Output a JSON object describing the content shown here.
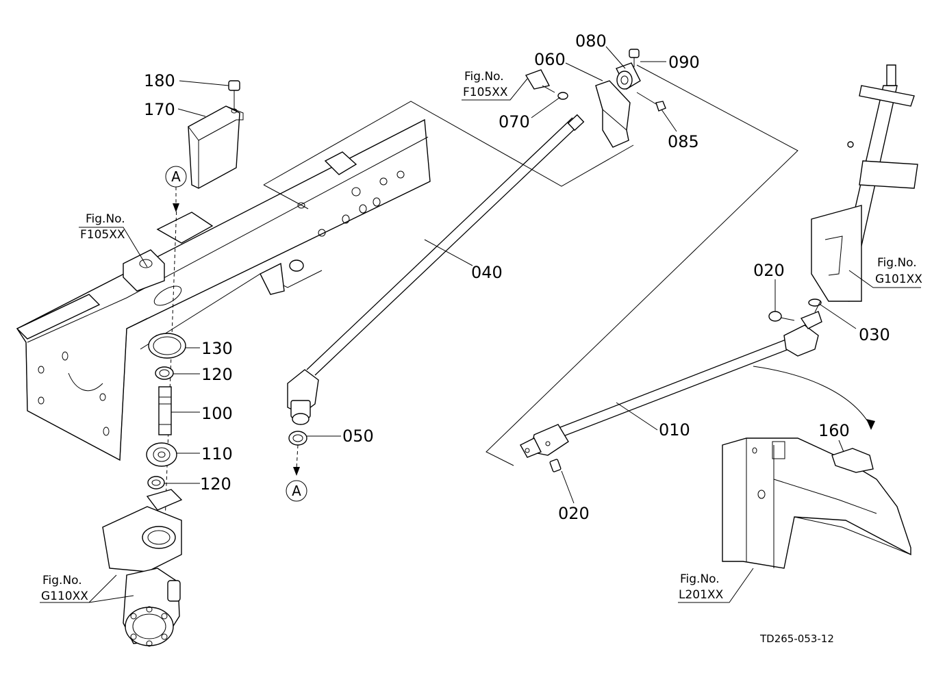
{
  "part_labels": {
    "p180": "180",
    "p170": "170",
    "p130": "130",
    "p120a": "120",
    "p100": "100",
    "p110": "110",
    "p120b": "120",
    "p040": "040",
    "p050": "050",
    "p060": "060",
    "p070": "070",
    "p080": "080",
    "p085": "085",
    "p090": "090",
    "p020a": "020",
    "p020b": "020",
    "p030": "030",
    "p010": "010",
    "p160": "160"
  },
  "figure_refs": {
    "ref1_line1": "Fig.No.",
    "ref1_line2": "F105XX",
    "ref2_line1": "Fig.No.",
    "ref2_line2": "F105XX",
    "ref3_line1": "Fig.No.",
    "ref3_line2": "G101XX",
    "ref4_line1": "Fig.No.",
    "ref4_line2": "G110XX",
    "ref5_line1": "Fig.No.",
    "ref5_line2": "L201XX"
  },
  "markers": {
    "a_top": "A",
    "a_bottom": "A"
  },
  "drawing_code": "TD265-053-12"
}
